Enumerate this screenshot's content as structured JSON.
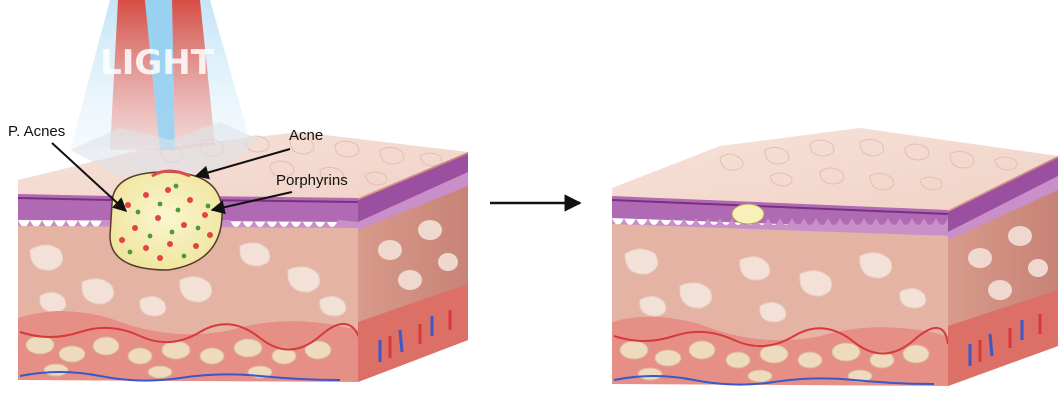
{
  "labels": {
    "light": "LIGHT",
    "p_acnes": "P. Acnes",
    "acne": "Acne",
    "porphyrins": "Porphyrins"
  },
  "colors": {
    "epidermis_top": "#f4d9cf",
    "epidermis_cells": "#e9c2b4",
    "basal_layer": "#9b4fa0",
    "basal_light": "#c98fc9",
    "dermis": "#e4b3a4",
    "dermis_dark": "#d79a8e",
    "collagen": "#f3e1d8",
    "fat_layer": "#e68f86",
    "fat_cells": "#eedbbf",
    "vessel_red": "#d63a3a",
    "vessel_blue": "#3b57c9",
    "lesion_fill": "#f7f0b9",
    "bacteria_red": "#e2453f",
    "bacteria_green": "#4c9a3a",
    "light_red": "#e25a4e",
    "light_blue": "#a9d6f0"
  }
}
